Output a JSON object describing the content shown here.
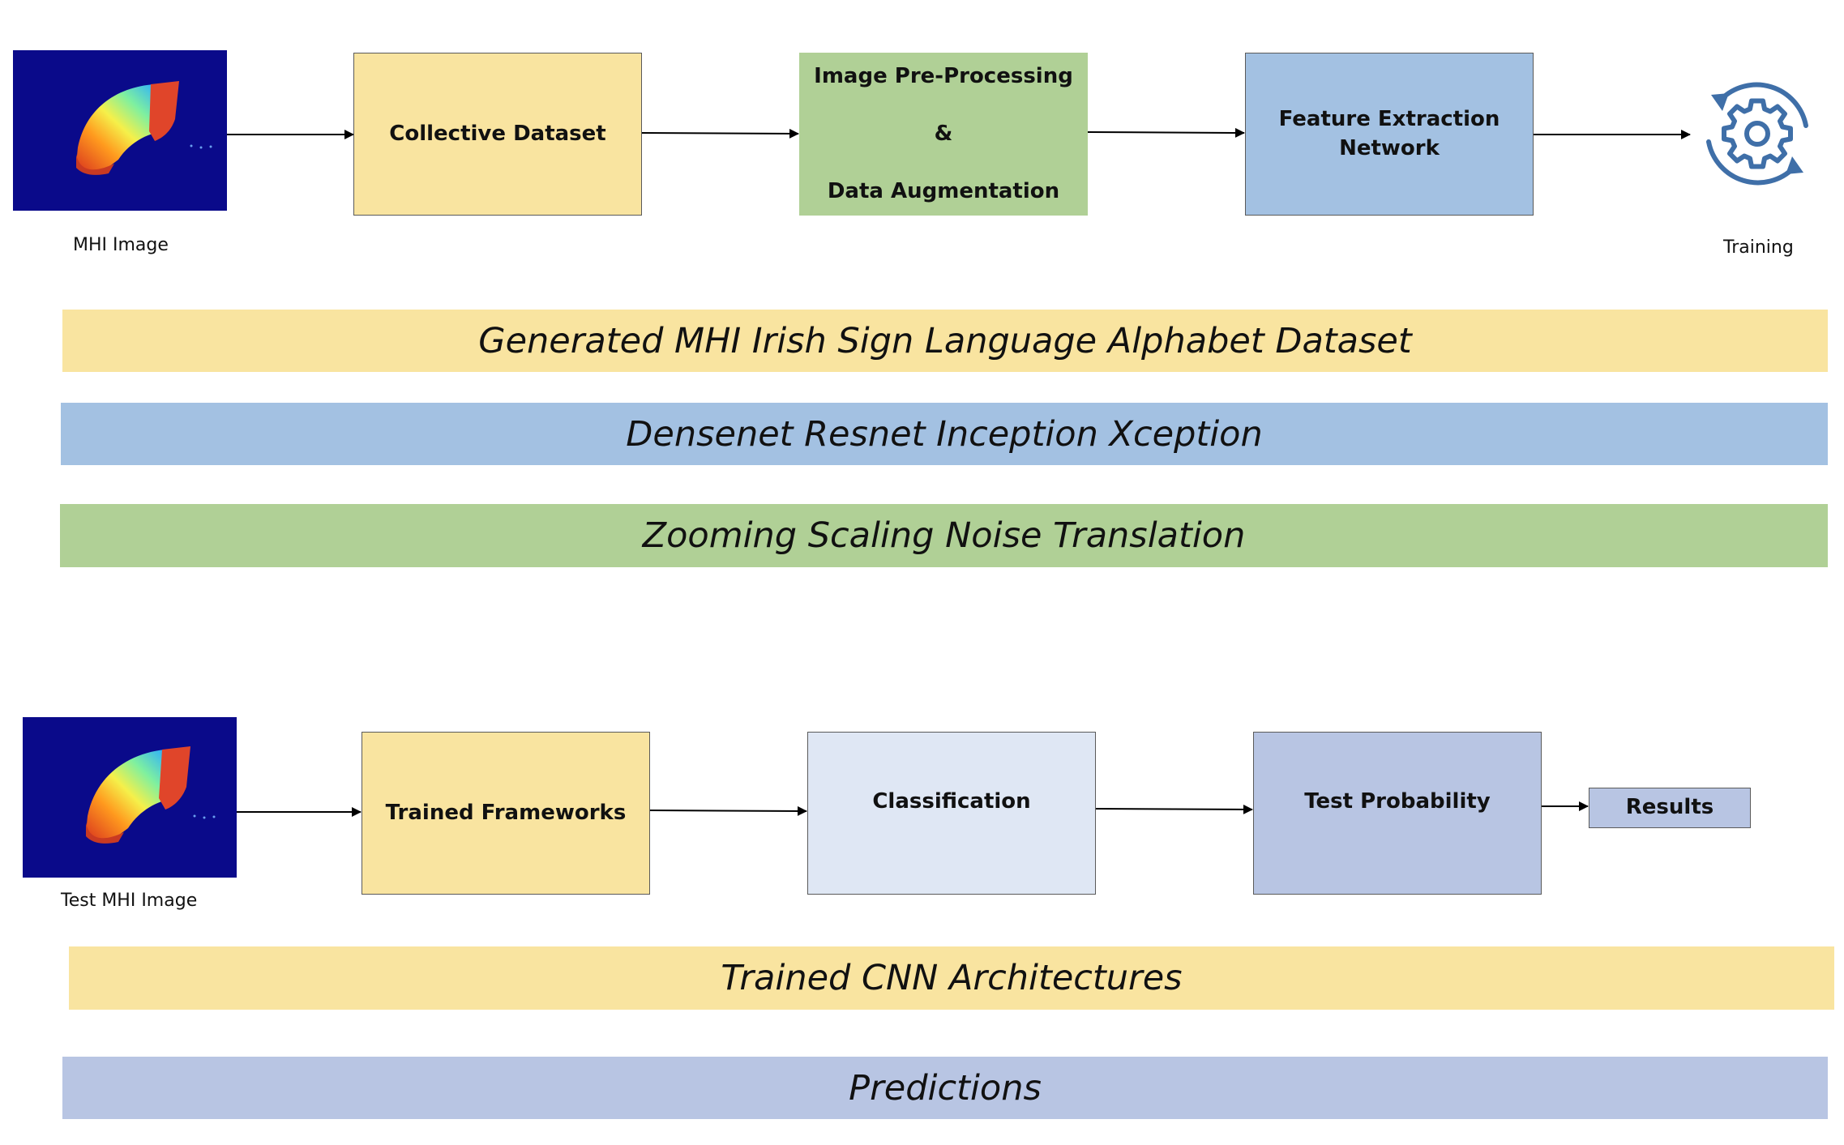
{
  "training_pipeline": {
    "input_caption": "MHI Image",
    "collective_dataset": "Collective Dataset",
    "preprocessing": {
      "line1": "Image Pre-Processing",
      "line2": "&",
      "line3": "Data Augmentation"
    },
    "feature_extraction": {
      "line1": "Feature Extraction",
      "line2": "Network"
    },
    "training_caption": "Training"
  },
  "training_banners": {
    "dataset": "Generated MHI Irish Sign Language Alphabet Dataset",
    "networks": "Densenet Resnet Inception Xception",
    "augmentations": "Zooming Scaling Noise Translation"
  },
  "testing_pipeline": {
    "input_caption": "Test MHI Image",
    "trained_frameworks": "Trained Frameworks",
    "classification": "Classification",
    "test_probability": "Test Probability",
    "results": "Results"
  },
  "testing_banners": {
    "architectures": "Trained CNN Architectures",
    "predictions": "Predictions"
  },
  "colors": {
    "yellow": "#f9e4a0",
    "green": "#b0d096",
    "blue": "#a3c1e2",
    "light_blue": "#dfe7f4",
    "lavender": "#b8c5e3",
    "mhi_background": "#0a0a8a",
    "gear_icon": "#3f6fa8"
  },
  "icons": {
    "training": "gear-cycle-icon"
  }
}
